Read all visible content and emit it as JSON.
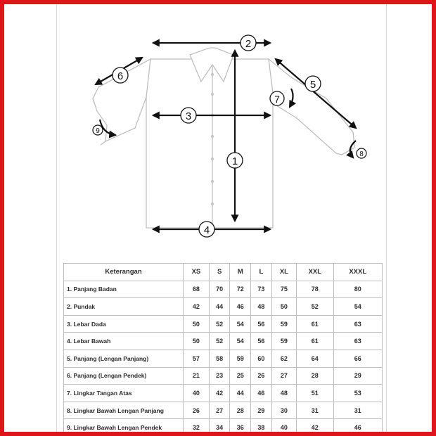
{
  "border_color": "#e0141b",
  "diagram": {
    "markers": [
      "1",
      "2",
      "3",
      "4",
      "5",
      "6",
      "7",
      "8",
      "9"
    ]
  },
  "table": {
    "header_label": "Keterangan",
    "sizes": [
      "XS",
      "S",
      "M",
      "L",
      "XL",
      "XXL",
      "XXXL"
    ],
    "rows": [
      {
        "label": "1. Panjang Badan",
        "values": [
          "68",
          "70",
          "72",
          "73",
          "75",
          "78",
          "80"
        ]
      },
      {
        "label": "2. Pundak",
        "values": [
          "42",
          "44",
          "46",
          "48",
          "50",
          "52",
          "54"
        ]
      },
      {
        "label": "3. Lebar Dada",
        "values": [
          "50",
          "52",
          "54",
          "56",
          "59",
          "61",
          "63"
        ]
      },
      {
        "label": "4. Lebar Bawah",
        "values": [
          "50",
          "52",
          "54",
          "56",
          "59",
          "61",
          "63"
        ]
      },
      {
        "label": "5. Panjang (Lengan Panjang)",
        "values": [
          "57",
          "58",
          "59",
          "60",
          "62",
          "64",
          "66"
        ]
      },
      {
        "label": "6. Panjang (Lengan Pendek)",
        "values": [
          "21",
          "23",
          "25",
          "26",
          "27",
          "28",
          "29"
        ]
      },
      {
        "label": "7. Lingkar Tangan Atas",
        "values": [
          "40",
          "42",
          "44",
          "46",
          "48",
          "51",
          "53"
        ]
      },
      {
        "label": "8. Lingkar Bawah Lengan Panjang",
        "values": [
          "26",
          "27",
          "28",
          "29",
          "30",
          "31",
          "31"
        ]
      },
      {
        "label": "9. Lingkar Bawah Lengan Pendek",
        "values": [
          "32",
          "34",
          "36",
          "38",
          "40",
          "42",
          "46"
        ]
      }
    ]
  }
}
